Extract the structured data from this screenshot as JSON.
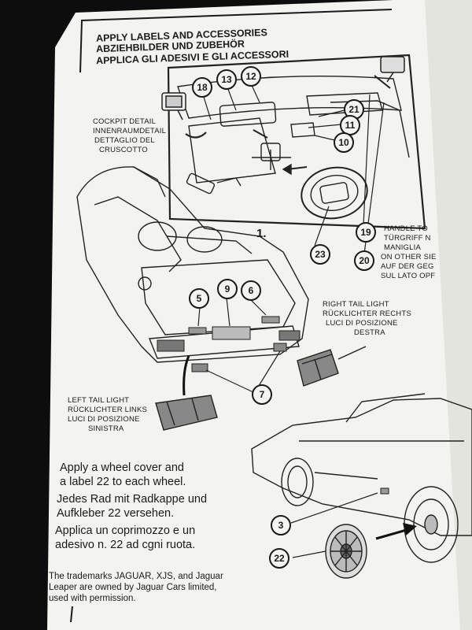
{
  "header": {
    "en": "APPLY LABELS AND ACCESSORIES",
    "de": "ABZIEHBILDER UND ZUBEHÖR",
    "it": "APPLICA GLI ADESIVI E GLI ACCESSORI"
  },
  "cockpit_detail": {
    "en": "COCKPIT DETAIL",
    "de": "INNENRAUMDETAIL",
    "it_1": "DETTAGLIO DEL",
    "it_2": "CRUSCOTTO"
  },
  "step": "1.",
  "handle_label": {
    "en": "HANDLE TO",
    "de": "TÜRGRIFF N",
    "it": "MANIGLIA"
  },
  "other_side_label": {
    "en": "ON OTHER SIE",
    "de": "AUF DER GEG",
    "it": "SUL LATO OPF"
  },
  "right_tail_light": {
    "en": "RIGHT TAIL LIGHT",
    "de": "RÜCKLICHTER RECHTS",
    "it_1": "LUCI DI POSIZIONE",
    "it_2": "DESTRA"
  },
  "left_tail_light": {
    "en": "LEFT TAIL LIGHT",
    "de": "RÜCKLICHTER LINKS",
    "it_1": "LUCI DI POSIZIONE",
    "it_2": "SINISTRA"
  },
  "callouts": {
    "c18": "18",
    "c13": "13",
    "c12": "12",
    "c21": "21",
    "c11": "11",
    "c10": "10",
    "c19": "19",
    "c20": "20",
    "c23": "23",
    "c5": "5",
    "c9": "9",
    "c6": "6",
    "c7": "7",
    "c3": "3",
    "c22": "22"
  },
  "wheel_instruction": {
    "en_1": "Apply a wheel cover and",
    "en_2": "a label 22 to each wheel.",
    "de_1": "Jedes Rad mit Radkappe und",
    "de_2": "Aufkleber 22 versehen.",
    "it_1": "Applica un coprimozzo e un",
    "it_2": "adesivo n. 22 ad cgni ruota."
  },
  "trademark": {
    "line_1": "The trademarks JAGUAR, XJS, and Jaguar",
    "line_2": "Leaper are owned by Jaguar Cars limited,",
    "line_3": "used with permission."
  }
}
